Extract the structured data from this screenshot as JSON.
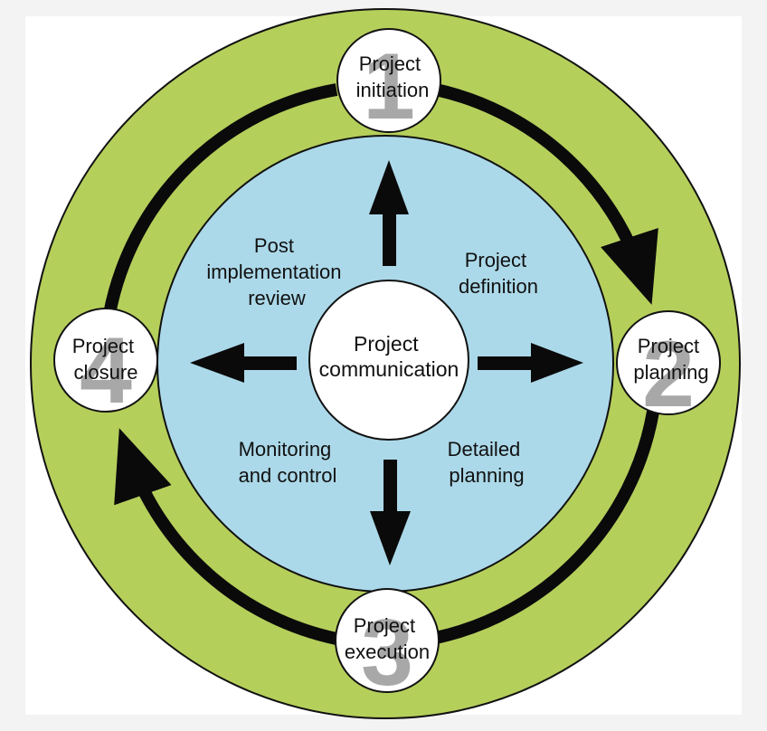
{
  "colors": {
    "background": "#f3f3f3",
    "canvas": "#ffffff",
    "outer_ring": "#b5cf5b",
    "inner_disc": "#acd9e9",
    "node_fill": "#ffffff",
    "outline": "#111111",
    "arrow": "#0a0a0a",
    "step_number": "#a8a8a8"
  },
  "center": {
    "lines": [
      "Project",
      "communication"
    ]
  },
  "phases": [
    {
      "number": "1",
      "lines": [
        "Project",
        "initiation"
      ]
    },
    {
      "number": "2",
      "lines": [
        "Project",
        "planning"
      ]
    },
    {
      "number": "3",
      "lines": [
        "Project",
        "execution"
      ]
    },
    {
      "number": "4",
      "lines": [
        "Project",
        "closure"
      ]
    }
  ],
  "areas": [
    {
      "lines": [
        "Project",
        "definition"
      ]
    },
    {
      "lines": [
        "Detailed",
        "planning"
      ]
    },
    {
      "lines": [
        "Monitoring",
        "and control"
      ]
    },
    {
      "lines": [
        "Post",
        "implementation",
        "review"
      ]
    }
  ]
}
